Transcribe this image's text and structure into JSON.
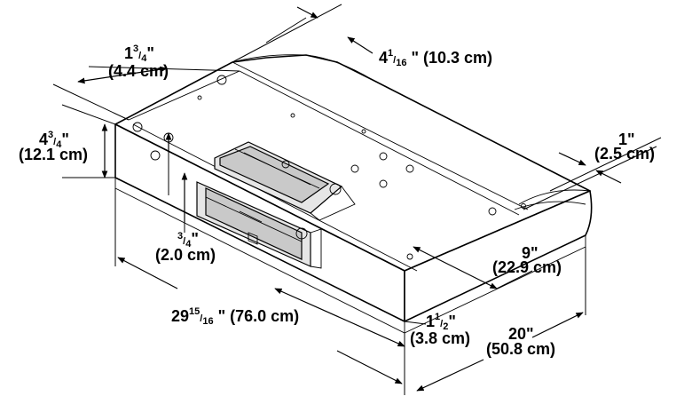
{
  "dimensions": {
    "top_depth": {
      "whole": "4",
      "num": "1",
      "den": "16",
      "rest": " \" (10.3 cm)"
    },
    "top_offset": {
      "whole": "1",
      "num": "3",
      "den": "4",
      "inch": "\"",
      "cm": "(4.4 cm)"
    },
    "height": {
      "whole": "4",
      "num": "3",
      "den": "4",
      "inch": "\"",
      "cm": "(12.1 cm)"
    },
    "front_offset": {
      "num": "3",
      "den": "4",
      "inch": "\"",
      "cm": "(2.0 cm)"
    },
    "side_offset": {
      "inch": "1\"",
      "cm": "(2.5 cm)"
    },
    "duct_depth": {
      "inch": "9\"",
      "cm": "(22.9 cm)"
    },
    "width": {
      "whole": "29",
      "num": "15",
      "den": "16",
      "rest": " \" (76.0 cm)"
    },
    "rear_offset": {
      "whole": "1",
      "num": "1",
      "den": "2",
      "inch": "\"",
      "cm": "(3.8 cm)"
    },
    "depth": {
      "inch": "20\"",
      "cm": "(50.8 cm)"
    }
  }
}
